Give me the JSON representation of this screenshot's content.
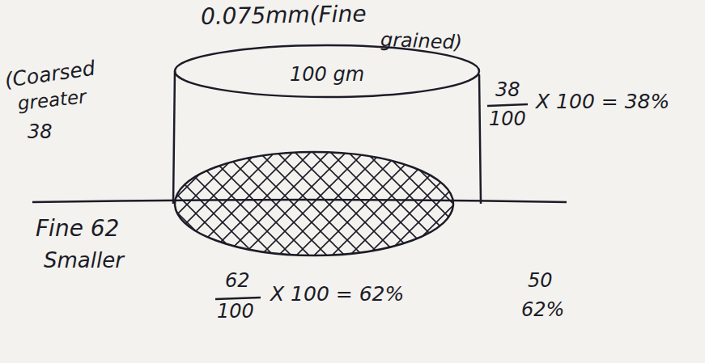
{
  "diagram": {
    "nodes": [
      {
        "text": [
          "100 gm"
        ]
      }
    ],
    "labels": [
      "0.075mm(Fine",
      "grained)",
      "(Coarsed",
      "greater",
      "38",
      "38",
      "100",
      "X 100 = 38%",
      "Fine 62",
      "Smaller",
      "62",
      "100",
      "X 100 = 62%",
      "50",
      "62%"
    ]
  }
}
